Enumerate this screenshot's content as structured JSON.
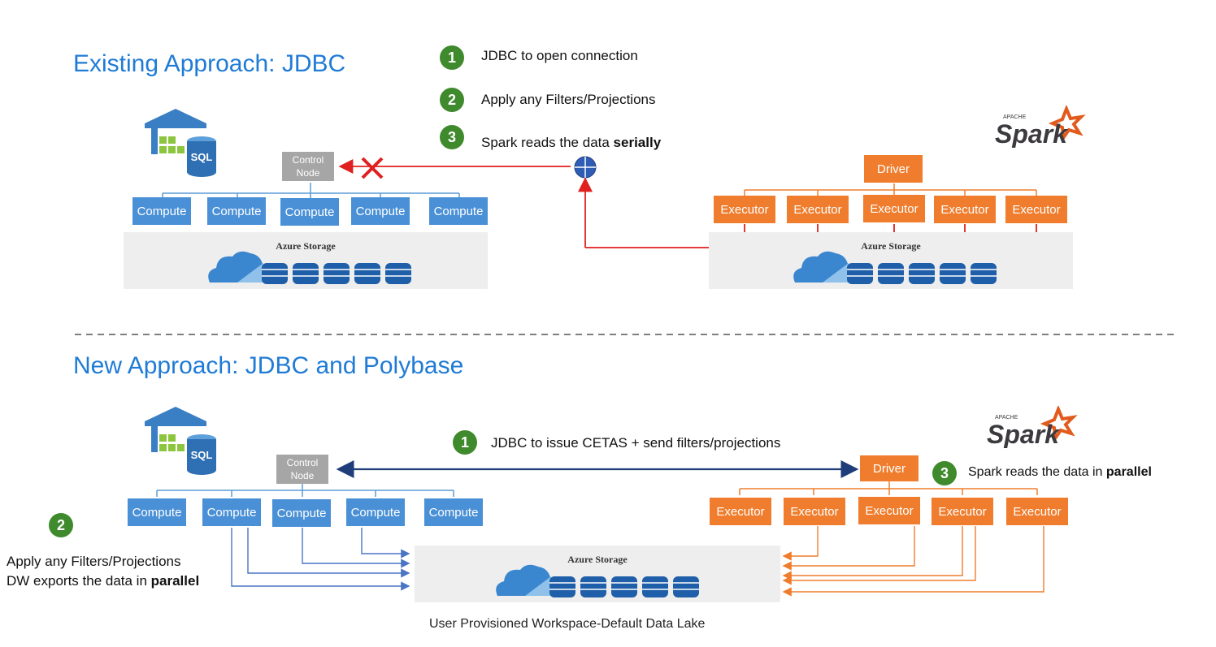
{
  "existing": {
    "title": "Existing Approach: JDBC",
    "steps": [
      {
        "num": "1",
        "text": "JDBC to open connection"
      },
      {
        "num": "2",
        "text": "Apply any Filters/Projections"
      },
      {
        "num": "3",
        "text_prefix": "Spark reads the data ",
        "text_bold": "serially"
      }
    ],
    "control_node": "Control Node",
    "computes": [
      "Compute",
      "Compute",
      "Compute",
      "Compute",
      "Compute"
    ],
    "storage_label": "Azure Storage",
    "driver": "Driver",
    "executors": [
      "Executor",
      "Executor",
      "Executor",
      "Executor",
      "Executor"
    ],
    "spark_storage_label": "Azure Storage"
  },
  "new": {
    "title": "New Approach: JDBC and Polybase",
    "step1": {
      "num": "1",
      "text": "JDBC to issue CETAS + send filters/projections"
    },
    "step2": {
      "num": "2",
      "line1": "Apply any Filters/Projections",
      "line2_prefix": "DW exports the data in ",
      "line2_bold": "parallel"
    },
    "step3": {
      "num": "3",
      "text_prefix": "Spark reads the data in ",
      "text_bold": "parallel"
    },
    "control_node": "Control Node",
    "computes": [
      "Compute",
      "Compute",
      "Compute",
      "Compute",
      "Compute"
    ],
    "storage_label": "Azure Storage",
    "driver": "Driver",
    "executors": [
      "Executor",
      "Executor",
      "Executor",
      "Executor",
      "Executor"
    ],
    "caption": "User Provisioned Workspace-Default Data Lake"
  },
  "logos": {
    "sql_label": "SQL",
    "spark_word": "Spark",
    "spark_apache": "APACHE"
  },
  "colors": {
    "title_blue": "#1f7bd6",
    "compute_blue": "#4a90d6",
    "orange": "#ef7d2d",
    "green": "#3e8a2c",
    "red": "#e02020",
    "navy": "#1f3d7a"
  }
}
